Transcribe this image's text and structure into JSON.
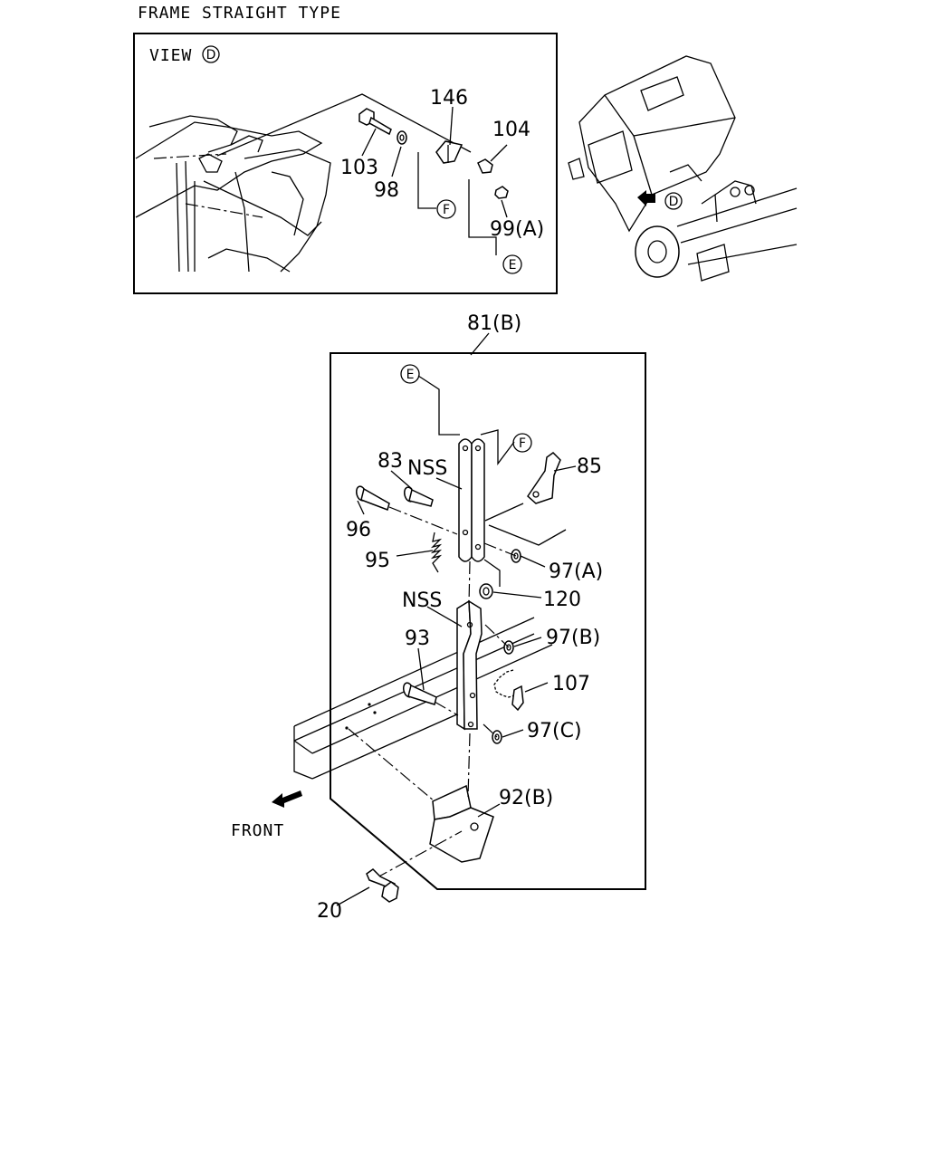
{
  "title": "FRAME STRAIGHT TYPE",
  "view_label": "VIEW",
  "view_ref": "D",
  "assembly_label": "81(B)",
  "front_label": "FRONT",
  "refs": {
    "e": "E",
    "f": "F"
  },
  "callouts": {
    "p146": "146",
    "p104": "104",
    "p103": "103",
    "p98": "98",
    "p99a": "99(A)",
    "p83": "83",
    "nss1": "NSS",
    "p85": "85",
    "p96": "96",
    "p95": "95",
    "p97a": "97(A)",
    "p120": "120",
    "nss2": "NSS",
    "p97b": "97(B)",
    "p93": "93",
    "p107": "107",
    "p97c": "97(C)",
    "p92b": "92(B)",
    "p20": "20"
  }
}
